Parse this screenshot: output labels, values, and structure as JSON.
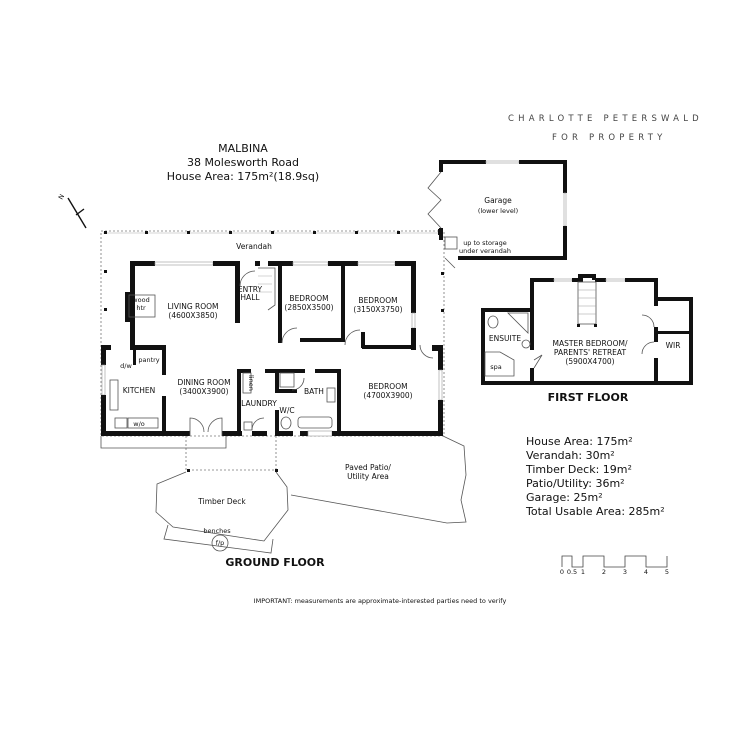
{
  "brand": {
    "line1": "CHARLOTTE PETERSWALD",
    "line2": "FOR PROPERTY"
  },
  "header": {
    "name": "MALBINA",
    "address": "38 Molesworth Road",
    "house_area": "House Area: 175m²(18.9sq)"
  },
  "compass": {
    "label": "N"
  },
  "ground_floor": {
    "title": "GROUND FLOOR",
    "verandah": "Verandah",
    "garage": {
      "line1": "Garage",
      "line2": "(lower level)"
    },
    "storage_note": {
      "line1": "up to storage",
      "line2": "under verandah"
    },
    "rooms": {
      "living": {
        "name": "LIVING ROOM",
        "dims": "(4600X3850)"
      },
      "wood_heater": {
        "line1": "wood",
        "line2": "htr"
      },
      "entry": {
        "line1": "ENTRY",
        "line2": "HALL"
      },
      "bedroom1": {
        "name": "BEDROOM",
        "dims": "(2850X3500)"
      },
      "bedroom2": {
        "name": "BEDROOM",
        "dims": "(3150X3750)"
      },
      "bedroom3": {
        "name": "BEDROOM",
        "dims": "(4700X3900)"
      },
      "kitchen": "KITCHEN",
      "pantry": "pantry",
      "dishwasher": "d/w",
      "wall_oven": "w/o",
      "dining": {
        "name": "DINING ROOM",
        "dims": "(3400X3900)"
      },
      "linen": "linen",
      "laundry": "LAUNDRY",
      "wc": "W/C",
      "bath": "BATH"
    },
    "outdoor": {
      "patio": {
        "line1": "Paved Patio/",
        "line2": "Utility Area"
      },
      "deck": "Timber Deck",
      "benches": "benches",
      "firepit": "f/p"
    }
  },
  "first_floor": {
    "title": "FIRST FLOOR",
    "ensuite": "ENSUITE",
    "spa": "spa",
    "master": {
      "line1": "MASTER BEDROOM/",
      "line2": "PARENTS' RETREAT",
      "dims": "(5900X4700)"
    },
    "wir": "WIR"
  },
  "areas": [
    "House Area: 175m²",
    "Verandah: 30m²",
    "Timber Deck: 19m²",
    "Patio/Utility: 36m²",
    "Garage: 25m²",
    "Total Usable Area: 285m²"
  ],
  "scale_bar": {
    "ticks": [
      "0",
      "0.5",
      "1",
      "2",
      "3",
      "4",
      "5"
    ]
  },
  "disclaimer": "IMPORTANT: measurements are approximate-interested parties need to verify"
}
